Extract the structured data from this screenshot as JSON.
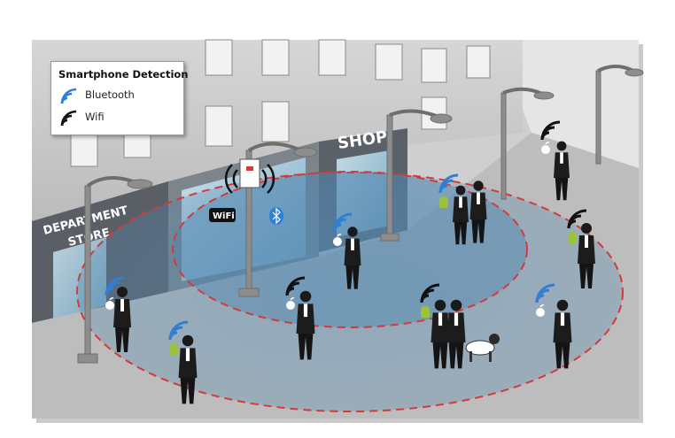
{
  "legend": {
    "title": "Smartphone Detection",
    "items": [
      {
        "label": "Bluetooth",
        "color": "#2f7fd6",
        "icon": "bluetooth-signal-icon"
      },
      {
        "label": "Wifi",
        "color": "#111111",
        "icon": "wifi-signal-icon"
      }
    ]
  },
  "signs": {
    "shop": "SHOP",
    "department_line1": "DEPARTMENT",
    "department_line2": "STORE"
  },
  "sensor": {
    "wifi_label": "WiFi",
    "bluetooth_icon": "bluetooth-icon"
  },
  "colors": {
    "detection_zone": "#4f86b0",
    "zone_border": "#d13b3b",
    "bluetooth": "#2f7fd6",
    "wifi": "#111111",
    "android": "#9bc33a",
    "apple": "#ffffff"
  },
  "phone_icons": [
    "apple-icon",
    "android-icon"
  ]
}
